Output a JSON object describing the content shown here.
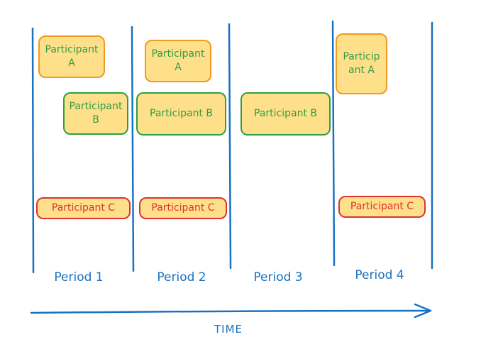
{
  "diagram": {
    "participants": {
      "a": "Participant A",
      "b": "Participant B",
      "c": "Participant C"
    },
    "periods": [
      "Period 1",
      "Period 2",
      "Period 3",
      "Period 4"
    ],
    "axis_label": "TIME",
    "colors": {
      "box_fill": "#ffe08a",
      "participant_a_border": "#f09a1f",
      "participant_b_border": "#2f9e44",
      "participant_c_border": "#e03131",
      "text_green": "#2f9e44",
      "text_red": "#e03131",
      "lines_blue": "#1971c2"
    }
  }
}
